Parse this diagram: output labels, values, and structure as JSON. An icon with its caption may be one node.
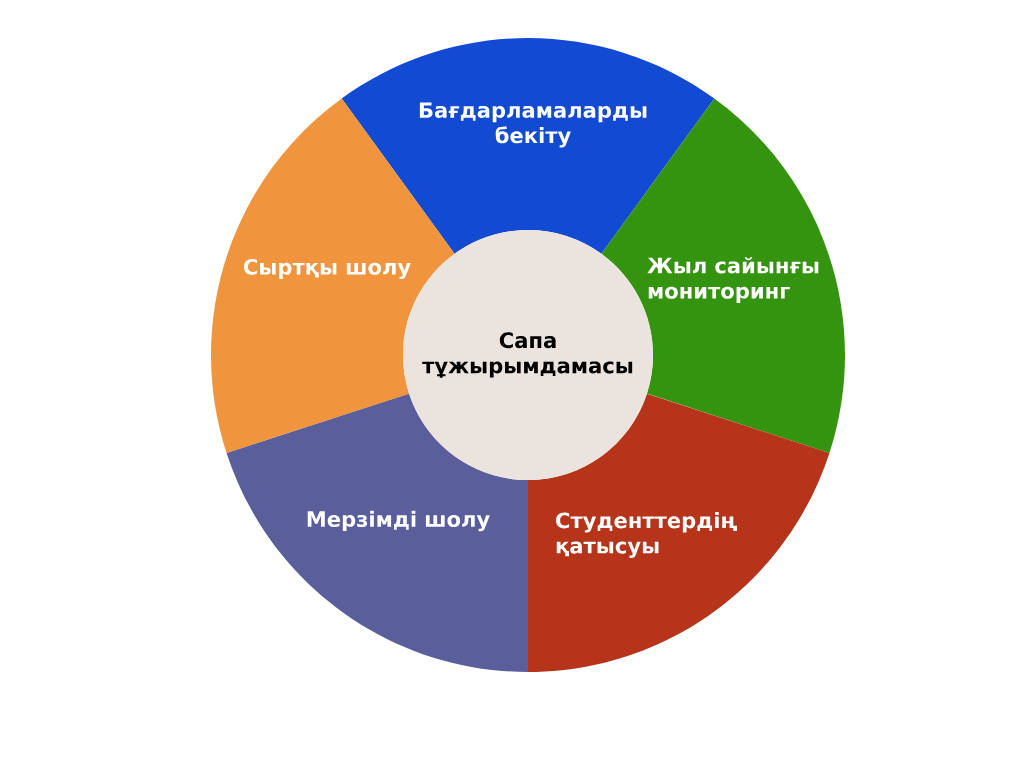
{
  "diagram": {
    "nodes": [
      {
        "text": [
          "Сапа тұжырымдамасы"
        ]
      },
      {
        "text": [
          "Бағдарламаларды бекіту"
        ]
      },
      {
        "text": [
          "Жыл сайынғы мониторинг"
        ]
      },
      {
        "text": [
          "Студенттердің қатысуы"
        ]
      },
      {
        "text": [
          "Мерзімді шолу"
        ]
      },
      {
        "text": [
          "Сыртқы шолу"
        ]
      }
    ]
  }
}
